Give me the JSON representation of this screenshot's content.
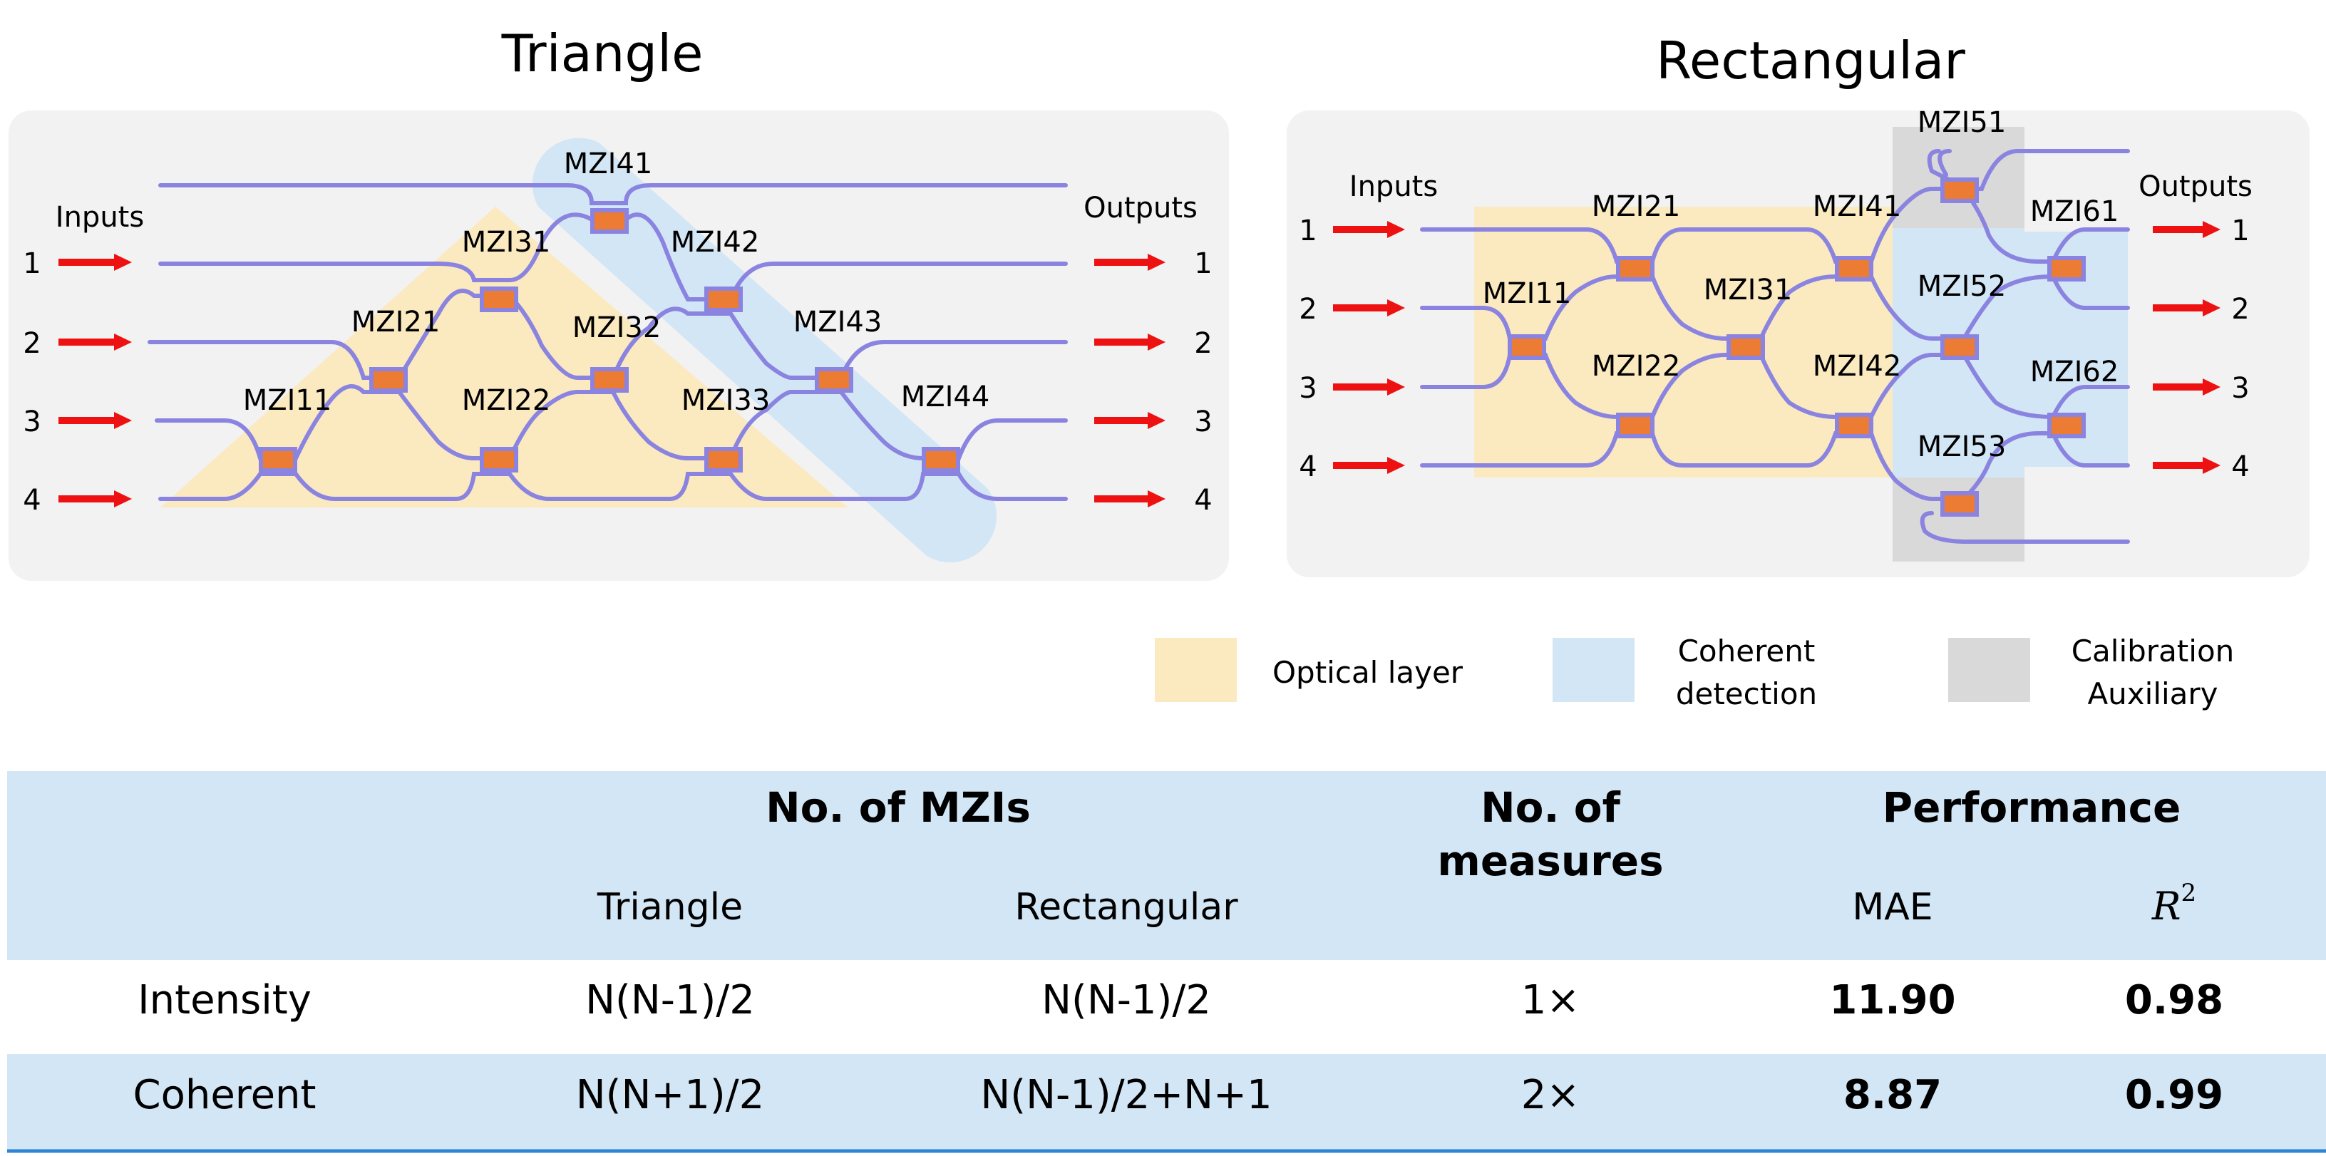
{
  "triangle": {
    "title": "Triangle",
    "inputs_label": "Inputs",
    "outputs_label": "Outputs",
    "port_numbers": [
      "1",
      "2",
      "3",
      "4"
    ],
    "mzis": [
      "MZI11",
      "MZI21",
      "MZI22",
      "MZI31",
      "MZI32",
      "MZI33",
      "MZI41",
      "MZI42",
      "MZI43",
      "MZI44"
    ]
  },
  "rectangular": {
    "title": "Rectangular",
    "inputs_label": "Inputs",
    "outputs_label": "Outputs",
    "port_numbers": [
      "1",
      "2",
      "3",
      "4"
    ],
    "mzis": [
      "MZI11",
      "MZI21",
      "MZI22",
      "MZI31",
      "MZI41",
      "MZI42",
      "MZI51",
      "MZI52",
      "MZI53",
      "MZI61",
      "MZI62"
    ]
  },
  "legend": [
    {
      "line1": "Optical layer",
      "line2": "",
      "color": "#fbe9c0"
    },
    {
      "line1": "Coherent",
      "line2": "detection",
      "color": "#d3e6f5"
    },
    {
      "line1": "Calibration",
      "line2": "Auxiliary",
      "color": "#d9d9d9"
    }
  ],
  "colors": {
    "optical_layer": "#fbe9c0",
    "coherent_detection": "#d3e6f5",
    "calibration": "#d9d9d9",
    "panel_bg": "#f2f2f2",
    "waveguide": "#8a84e0",
    "mzi": "#ec7b33",
    "arrow": "#ee1111",
    "table_header_bg": "#d3e6f5"
  },
  "table": {
    "header": {
      "mzis_group": "No. of MZIs",
      "triangle": "Triangle",
      "rectangular": "Rectangular",
      "measures_line1": "No. of",
      "measures_line2": "measures",
      "performance": "Performance",
      "mae": "MAE",
      "r2": "R",
      "r2_sup": "2"
    },
    "rows": [
      {
        "label": "Intensity",
        "triangle": "N(N-1)/2",
        "rectangular": "N(N-1)/2",
        "measures": "1×",
        "mae": "11.90",
        "r2": "0.98"
      },
      {
        "label": "Coherent",
        "triangle": "N(N+1)/2",
        "rectangular": "N(N-1)/2+N+1",
        "measures": "2×",
        "mae": "8.87",
        "r2": "0.99"
      }
    ]
  }
}
